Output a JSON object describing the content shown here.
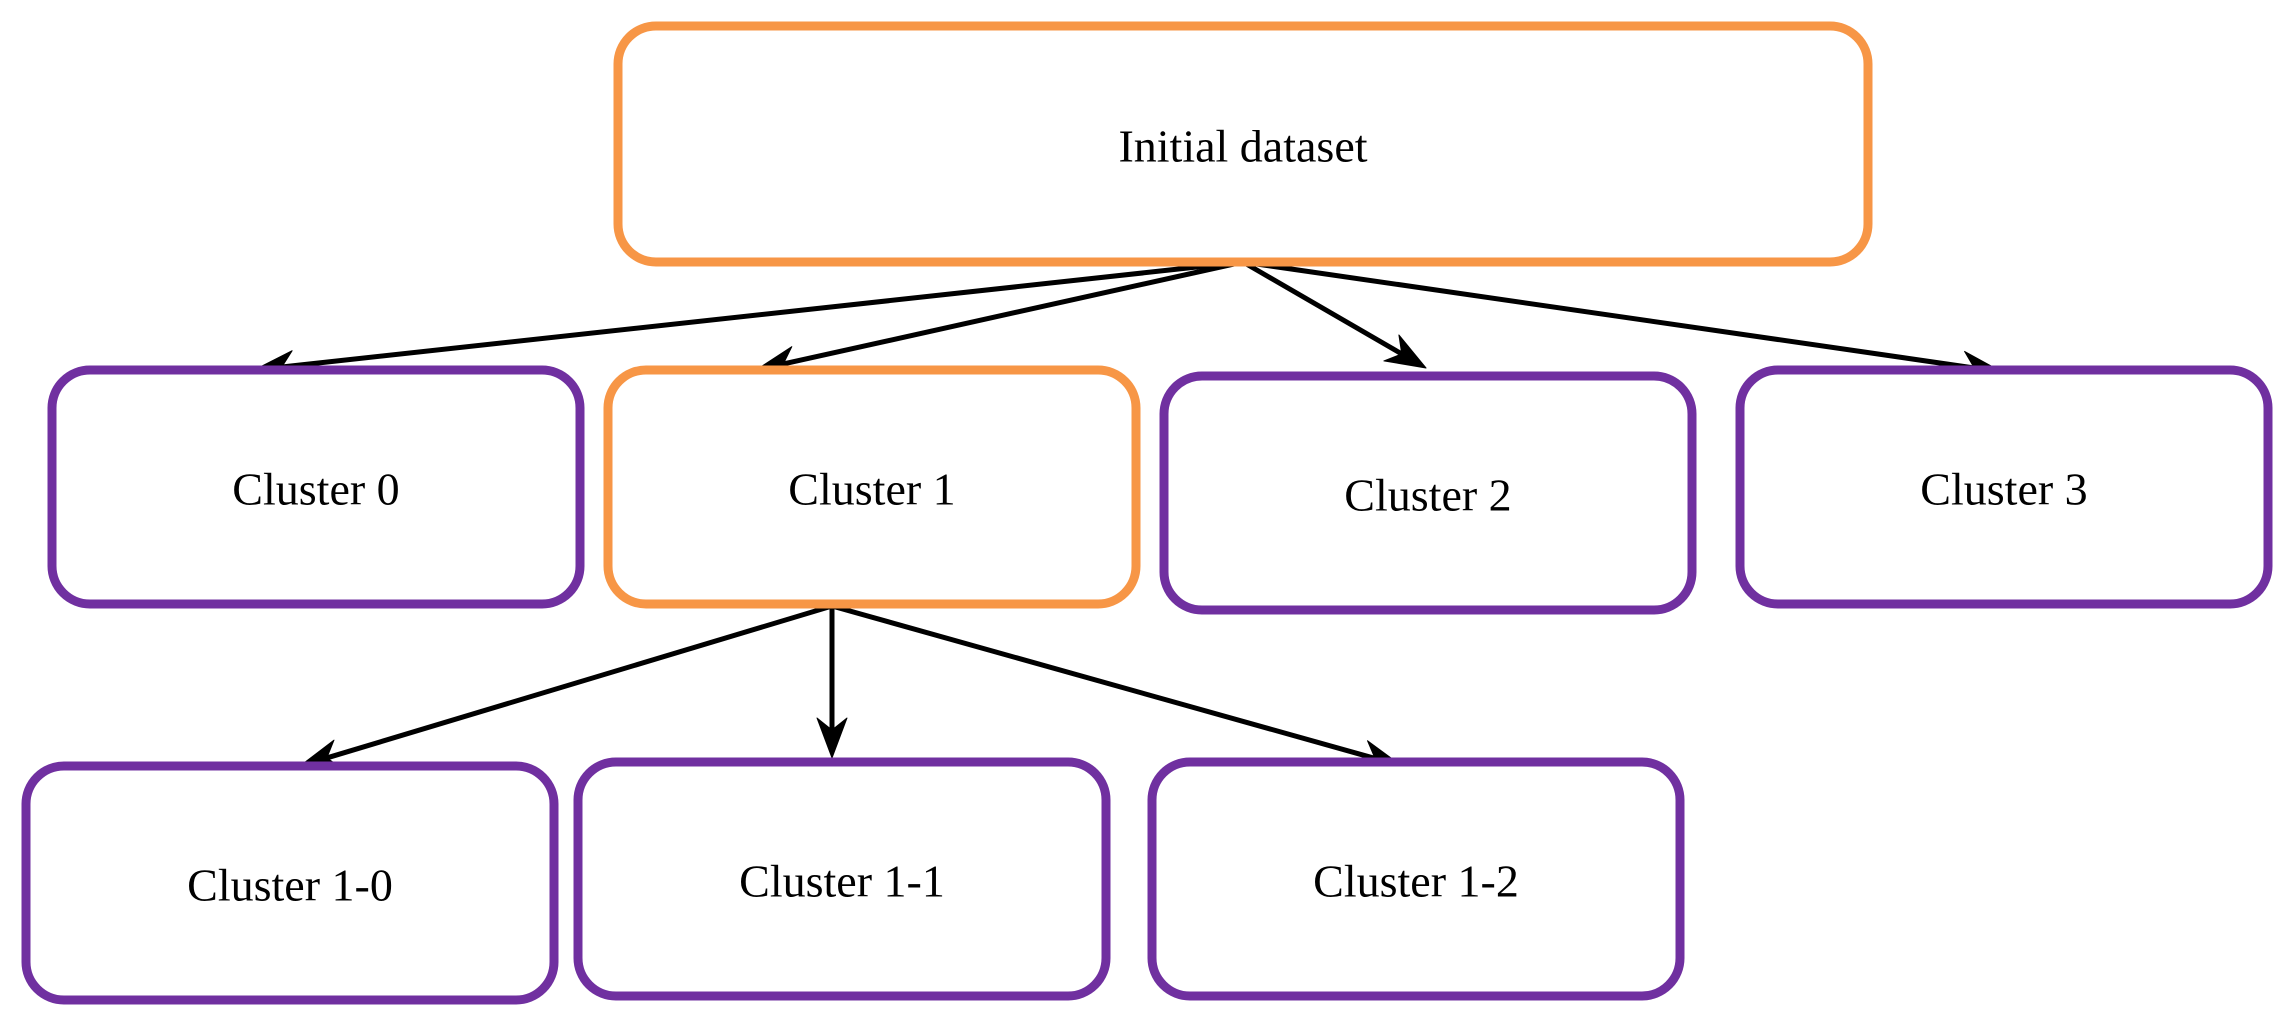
{
  "colors": {
    "highlight": "#F79646",
    "default": "#7030A0",
    "edge": "#000000"
  },
  "nodes": [
    {
      "id": "initial",
      "label": "Initial dataset",
      "style": "highlight"
    },
    {
      "id": "c0",
      "label": "Cluster 0",
      "style": "default"
    },
    {
      "id": "c1",
      "label": "Cluster 1",
      "style": "highlight"
    },
    {
      "id": "c2",
      "label": "Cluster 2",
      "style": "default"
    },
    {
      "id": "c3",
      "label": "Cluster 3",
      "style": "default"
    },
    {
      "id": "c10",
      "label": "Cluster 1-0",
      "style": "default"
    },
    {
      "id": "c11",
      "label": "Cluster 1-1",
      "style": "default"
    },
    {
      "id": "c12",
      "label": "Cluster 1-2",
      "style": "default"
    }
  ],
  "edges": [
    {
      "from": "initial",
      "to": "c0"
    },
    {
      "from": "initial",
      "to": "c1"
    },
    {
      "from": "initial",
      "to": "c2"
    },
    {
      "from": "initial",
      "to": "c3"
    },
    {
      "from": "c1",
      "to": "c10"
    },
    {
      "from": "c1",
      "to": "c11"
    },
    {
      "from": "c1",
      "to": "c12"
    }
  ]
}
